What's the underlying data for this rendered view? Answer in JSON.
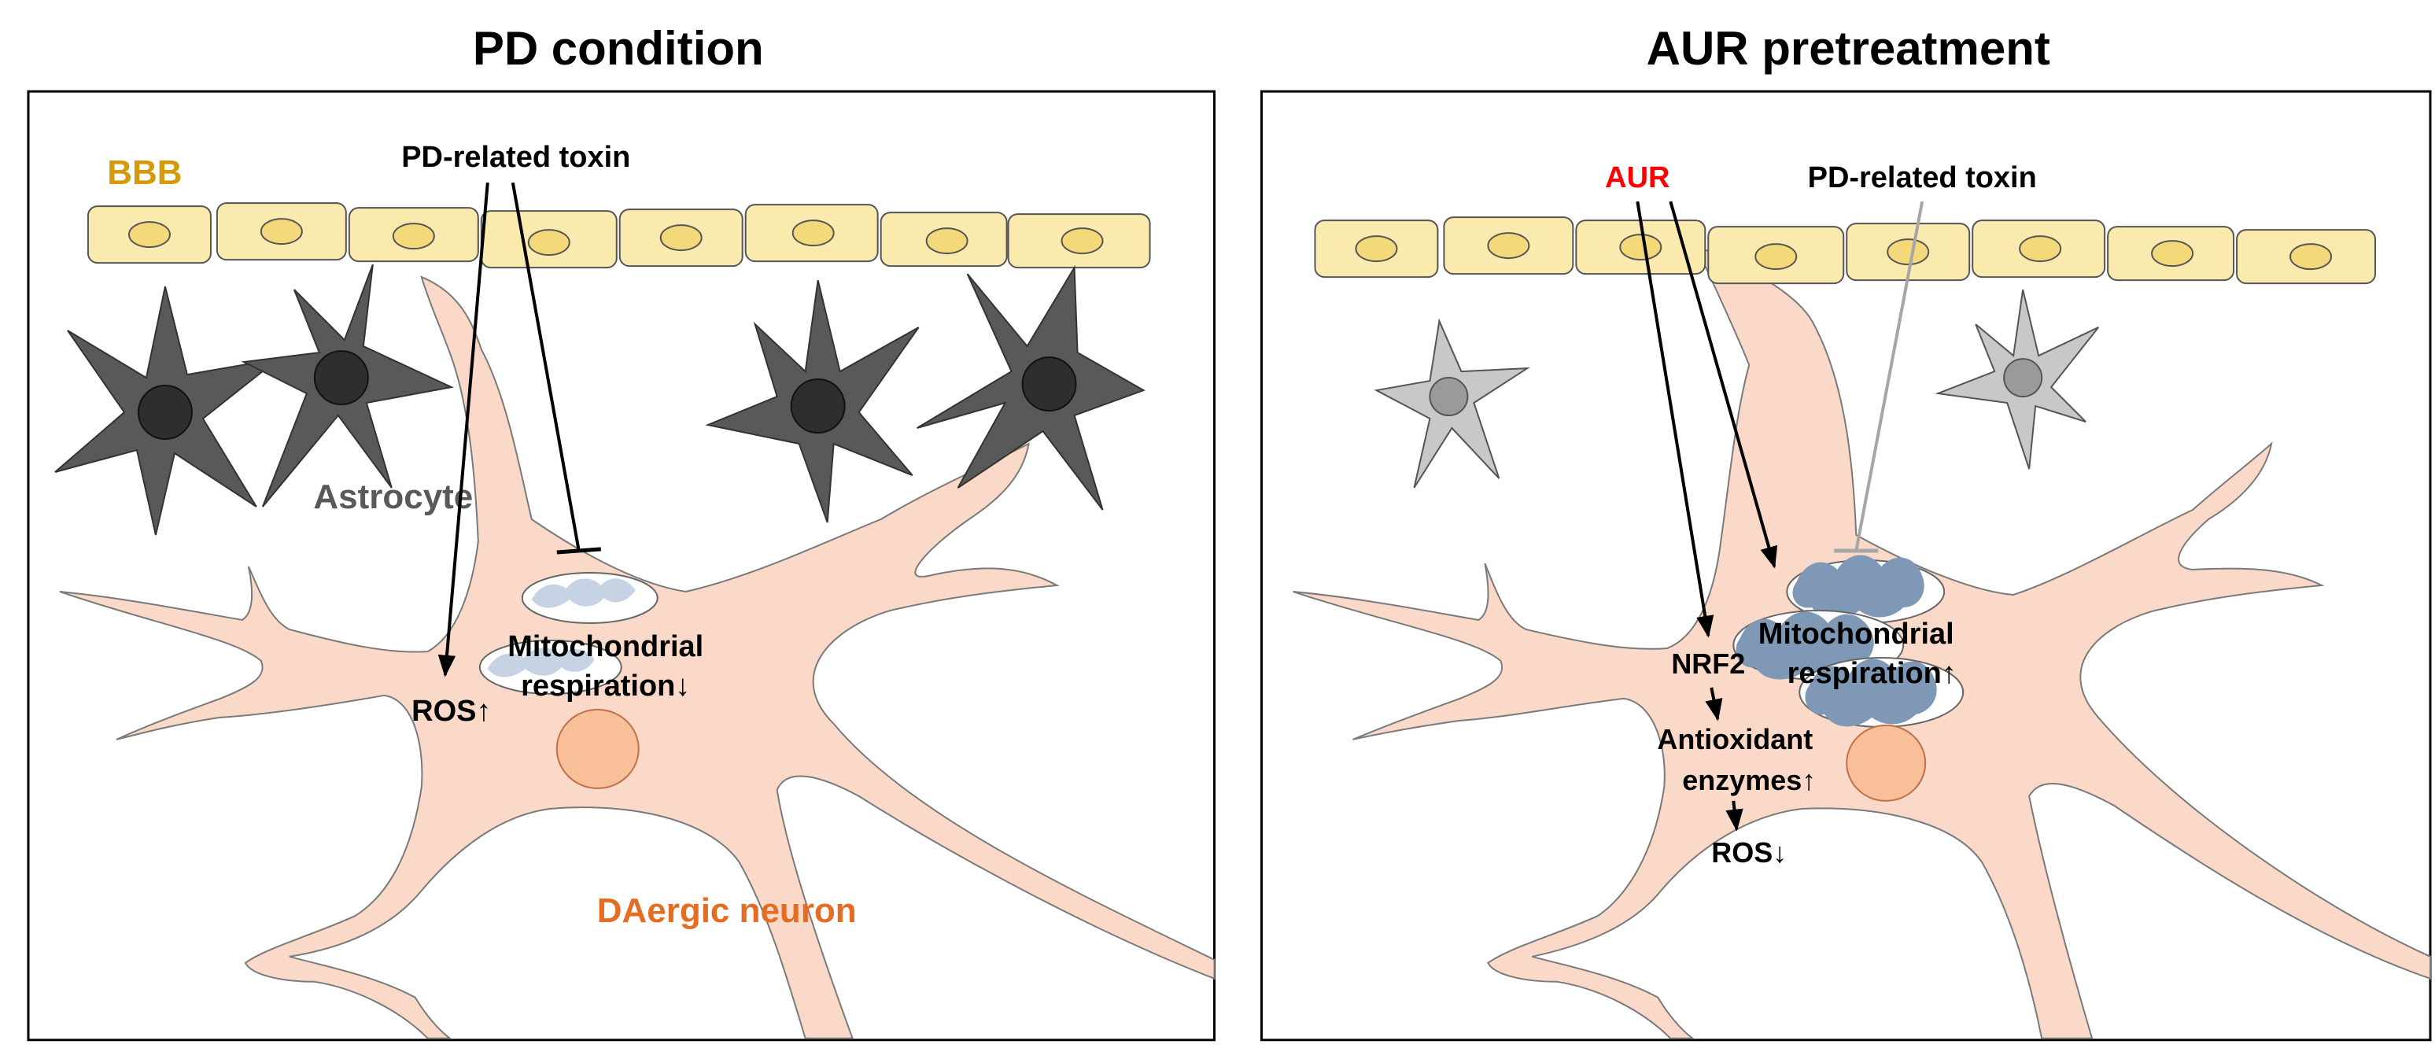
{
  "panels": [
    {
      "title": "PD condition",
      "bbb_label": "BBB",
      "toxin_label": "PD-related toxin",
      "astrocyte_label": "Astrocyte",
      "mito_label_line1": "Mitochondrial",
      "mito_label_line2": "respiration↓",
      "ros_label": "ROS↑",
      "neuron_label": "DAergic neuron"
    },
    {
      "title": "AUR pretreatment",
      "aur_label": "AUR",
      "toxin_label": "PD-related toxin",
      "mito_label_line1": "Mitochondrial",
      "mito_label_line2": "respiration↑",
      "nrf2_label": "NRF2",
      "antiox_line1": "Antioxidant",
      "antiox_line2": "enzymes↑",
      "ros_label": "ROS↓"
    }
  ],
  "colors": {
    "neuron_fill": "#fbd9c8",
    "nucleus_fill": "#f8bf98",
    "bbb_cell_fill": "#fbeaae",
    "bbb_nucleus_fill": "#f3d97a",
    "astro_active": "#595959",
    "astro_inactive": "#c8c8c8",
    "mito_damaged": "#c5d3e5",
    "mito_healthy": "#7f98b5",
    "bbb_text": "#d39b0c",
    "neuron_text": "#e46d23",
    "aur_text": "#ff0000",
    "inhibited_gray": "#a6a6a6"
  }
}
